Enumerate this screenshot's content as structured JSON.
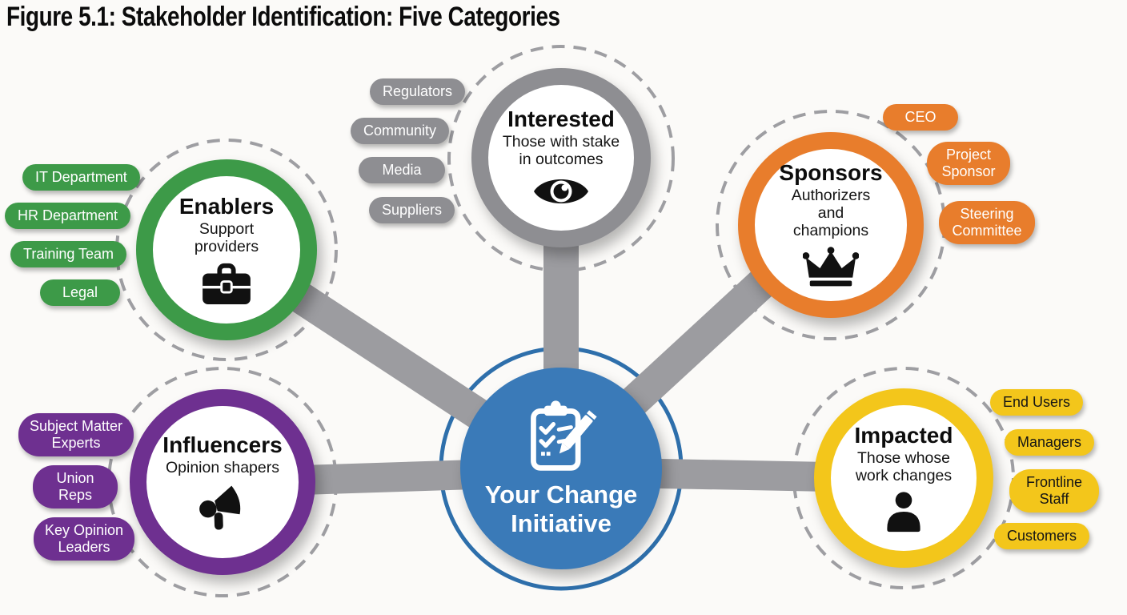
{
  "title": "Figure 5.1: Stakeholder Identification: Five Categories",
  "center": {
    "label_line1": "Your Change",
    "label_line2": "Initiative",
    "label": "Your Change Initiative",
    "icon": "clipboard-checklist-pencil-icon",
    "color": "#3a7ab8",
    "ring_color": "#2e6fab"
  },
  "colors": {
    "connector_gray": "#9c9ca0",
    "dashed_circle_gray": "#9e9ea2",
    "icon_black": "#111111",
    "background": "#fbfaf8"
  },
  "categories": [
    {
      "id": "enablers",
      "name": "Enablers",
      "subtitle": "Support providers",
      "icon": "briefcase-icon",
      "color": "#3d9a48",
      "tags": [
        "IT Department",
        "HR Department",
        "Training Team",
        "Legal"
      ]
    },
    {
      "id": "interested",
      "name": "Interested",
      "subtitle": "Those with stake in outcomes",
      "icon": "eye-icon",
      "color": "#8e8e92",
      "tags": [
        "Regulators",
        "Community",
        "Media",
        "Suppliers"
      ]
    },
    {
      "id": "sponsors",
      "name": "Sponsors",
      "subtitle": "Authorizers and champions",
      "icon": "crown-icon",
      "color": "#e87d2c",
      "tags": [
        "CEO",
        "Project Sponsor",
        "Steering Committee"
      ]
    },
    {
      "id": "influencers",
      "name": "Influencers",
      "subtitle": "Opinion shapers",
      "icon": "megaphone-icon",
      "color": "#6e3090",
      "tags": [
        "Subject Matter Experts",
        "Union Reps",
        "Key Opinion Leaders"
      ]
    },
    {
      "id": "impacted",
      "name": "Impacted",
      "subtitle": "Those whose work changes",
      "icon": "person-icon",
      "color": "#f3c61b",
      "tags": [
        "End Users",
        "Managers",
        "Frontline Staff",
        "Customers"
      ]
    }
  ]
}
